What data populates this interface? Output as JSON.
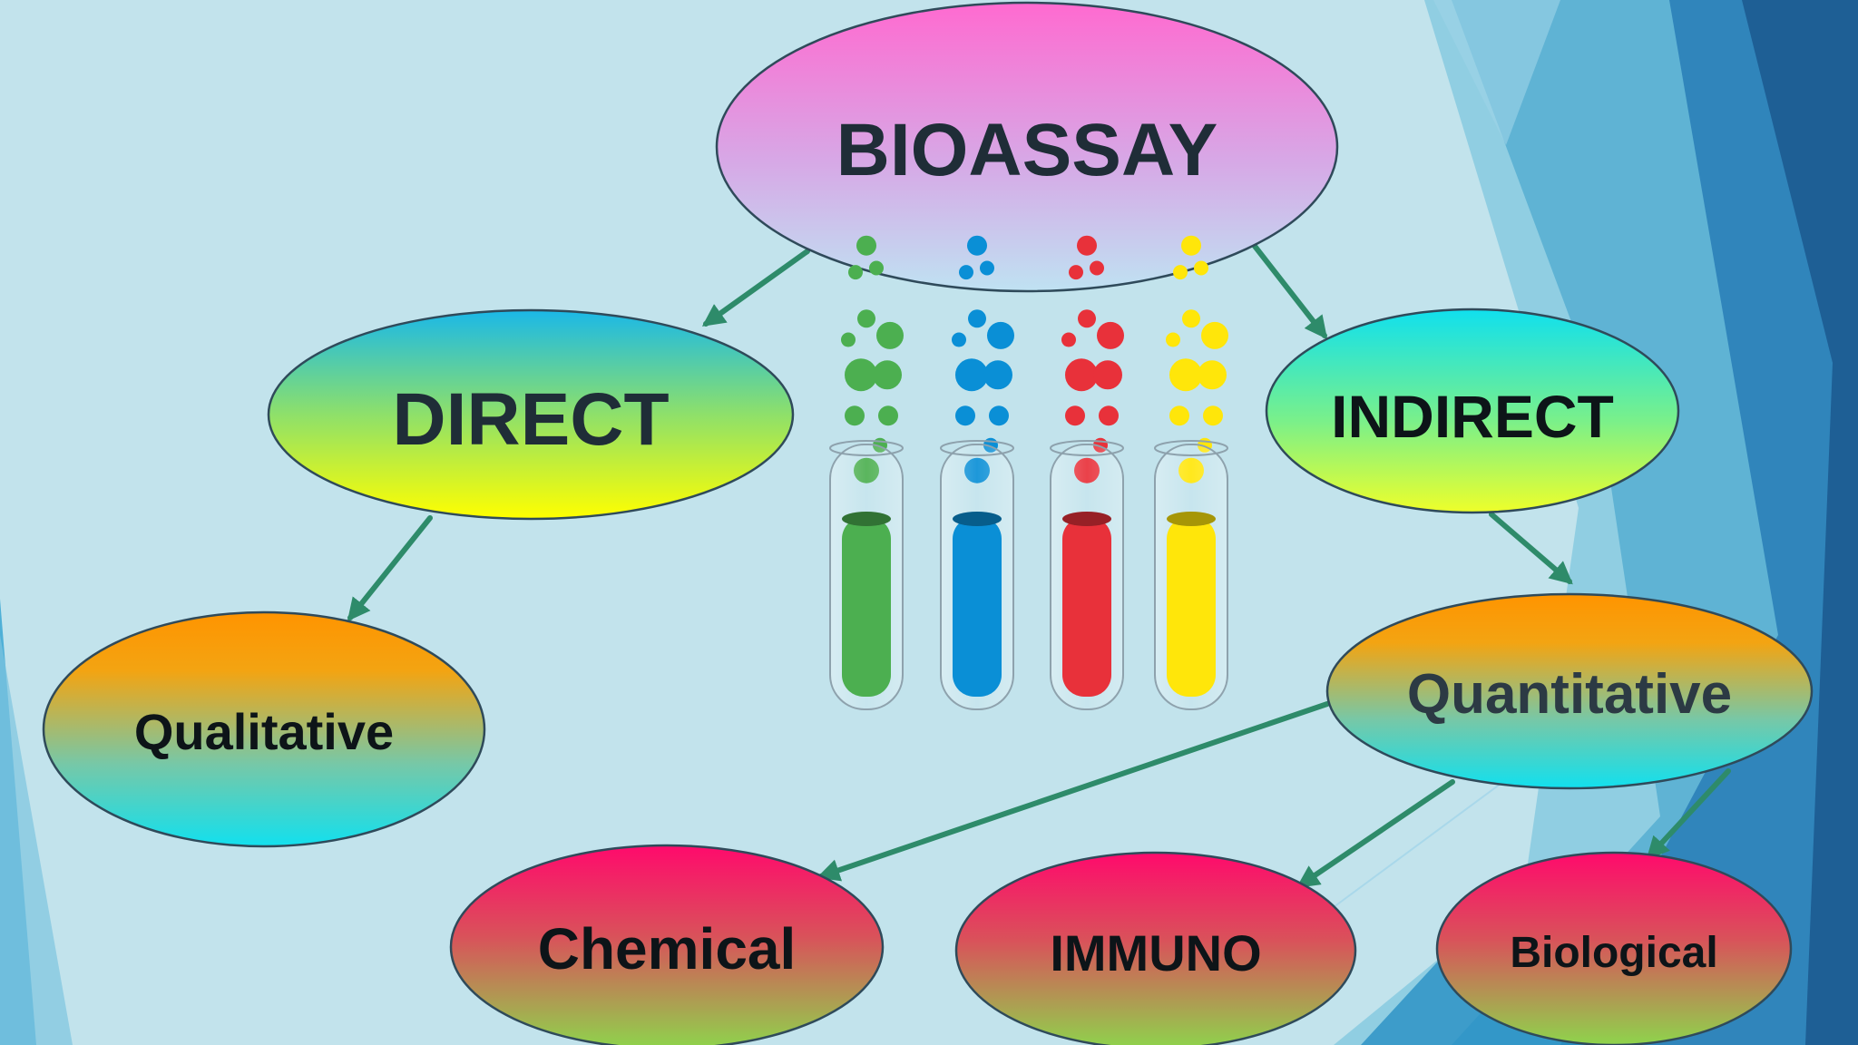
{
  "diagram": {
    "nodes": {
      "bioassay": "BIOASSAY",
      "direct": "DIRECT",
      "indirect": "INDIRECT",
      "qualitative": "Qualitative",
      "quantitative": "Quantitative",
      "chemical": "Chemical",
      "immuno": "IMMUNO",
      "biological": "Biological"
    },
    "edges": [
      [
        "bioassay",
        "direct"
      ],
      [
        "bioassay",
        "indirect"
      ],
      [
        "direct",
        "qualitative"
      ],
      [
        "indirect",
        "quantitative"
      ],
      [
        "quantitative",
        "chemical"
      ],
      [
        "quantitative",
        "immuno"
      ],
      [
        "quantitative",
        "biological"
      ]
    ],
    "illustration": {
      "name": "test-tubes",
      "tube_colors": [
        "#4caf50",
        "#0a8fd6",
        "#e8313a",
        "#ffe60a"
      ]
    }
  },
  "colors": {
    "background": "#c2e3ec",
    "arrow": "#2e8b6a",
    "ellipse_stroke": "#2f4a5a"
  }
}
